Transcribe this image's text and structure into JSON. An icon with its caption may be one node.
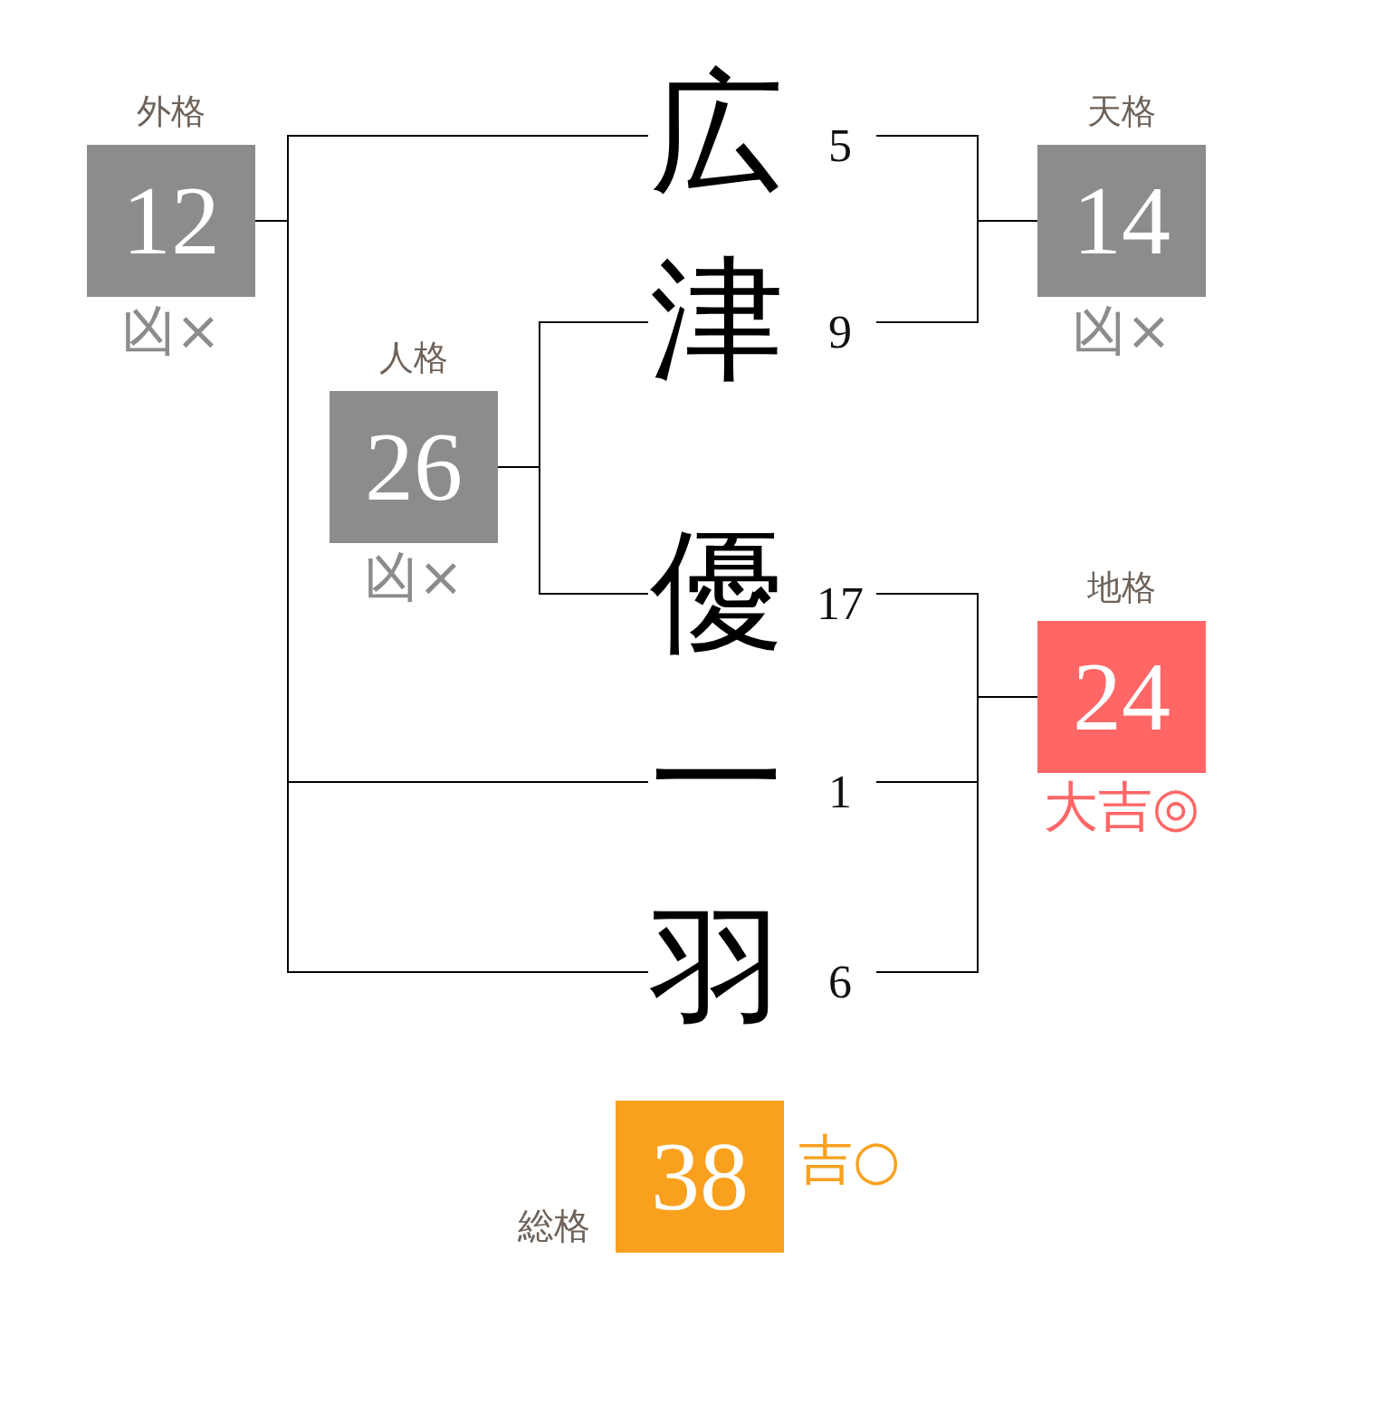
{
  "diagram": {
    "nodes": [
      {
        "text": [
          "外格",
          "12"
        ],
        "beside": [
          "凶×"
        ]
      },
      {
        "text": [
          "広"
        ],
        "beside": [
          "5"
        ]
      },
      {
        "text": [
          "天格",
          "14"
        ],
        "beside": [
          "凶×"
        ]
      },
      {
        "text": [
          "津"
        ],
        "beside": [
          "9"
        ]
      },
      {
        "text": [
          "人格",
          "26"
        ],
        "beside": [
          "凶×"
        ]
      },
      {
        "text": [
          "優"
        ],
        "beside": [
          "17"
        ]
      },
      {
        "text": [
          "地格",
          "24"
        ],
        "beside": [
          "大吉◎"
        ]
      },
      {
        "text": [
          "一"
        ],
        "beside": [
          "1"
        ]
      },
      {
        "text": [
          "羽"
        ],
        "beside": [
          "6"
        ]
      },
      {
        "text": [
          "総格",
          "38"
        ],
        "beside": [
          "吉○"
        ]
      }
    ],
    "edges": [
      {
        "from": 1,
        "to": 0,
        "arrow": "none"
      },
      {
        "from": 7,
        "to": 0,
        "arrow": "none"
      },
      {
        "from": 8,
        "to": 0,
        "arrow": "none"
      },
      {
        "from": 1,
        "to": 2,
        "arrow": "none"
      },
      {
        "from": 3,
        "to": 2,
        "arrow": "none"
      },
      {
        "from": 3,
        "to": 4,
        "arrow": "none"
      },
      {
        "from": 5,
        "to": 4,
        "arrow": "none"
      },
      {
        "from": 5,
        "to": 6,
        "arrow": "none"
      },
      {
        "from": 7,
        "to": 6,
        "arrow": "none"
      },
      {
        "from": 8,
        "to": 6,
        "arrow": "none"
      }
    ]
  }
}
